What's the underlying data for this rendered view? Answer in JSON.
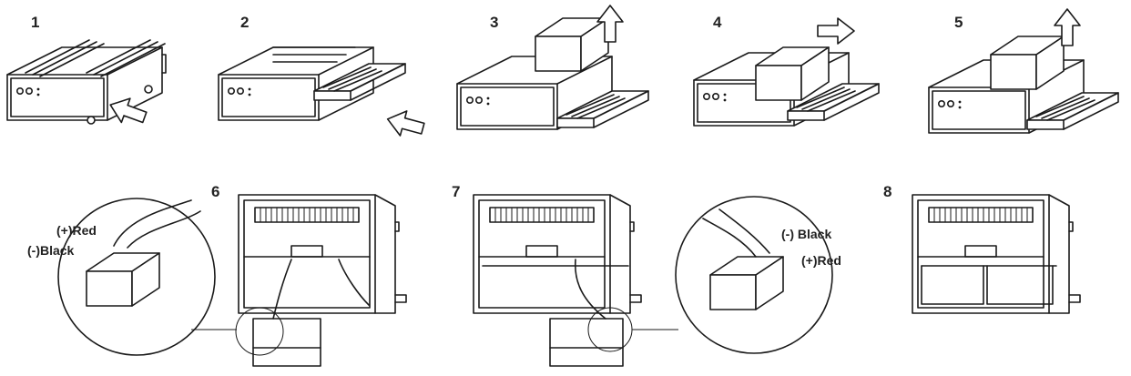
{
  "steps": [
    {
      "number": "1"
    },
    {
      "number": "2"
    },
    {
      "number": "3"
    },
    {
      "number": "4"
    },
    {
      "number": "5"
    },
    {
      "number": "6",
      "positive_label": "(+)Red",
      "negative_label": "(-)Black"
    },
    {
      "number": "7",
      "positive_label": "(+)Red",
      "negative_label": "(-) Black"
    },
    {
      "number": "8"
    }
  ],
  "colors": {
    "line": "#1a1a1a",
    "background": "#ffffff"
  }
}
